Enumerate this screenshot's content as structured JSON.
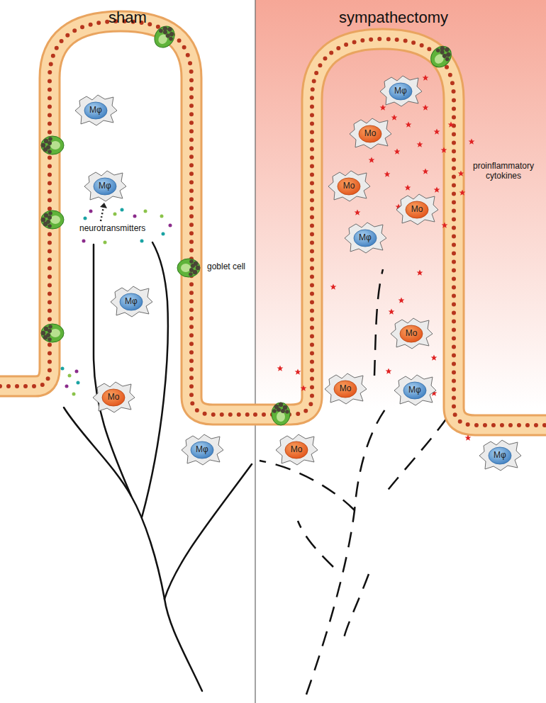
{
  "diagram": {
    "nodes": [
      {
        "text": [
          "Mφ"
        ]
      },
      {
        "text": [
          "Mφ"
        ]
      },
      {
        "text": [
          "Mφ"
        ]
      },
      {
        "text": [
          "Mo"
        ]
      },
      {
        "text": [
          "Mφ"
        ]
      },
      {
        "text": [
          "Mφ"
        ]
      },
      {
        "text": [
          "Mo"
        ]
      },
      {
        "text": [
          "Mo"
        ]
      },
      {
        "text": [
          "Mo"
        ]
      },
      {
        "text": [
          "Mφ"
        ]
      },
      {
        "text": [
          "Mo"
        ]
      },
      {
        "text": [
          "Mo"
        ]
      },
      {
        "text": [
          "Mφ"
        ]
      },
      {
        "text": [
          "Mo"
        ]
      },
      {
        "text": [
          "Mφ"
        ]
      }
    ],
    "labels": [
      "sham",
      "sympathectomy",
      "neurotransmitters",
      "goblet cell",
      "proinflammatory cytokines"
    ]
  }
}
